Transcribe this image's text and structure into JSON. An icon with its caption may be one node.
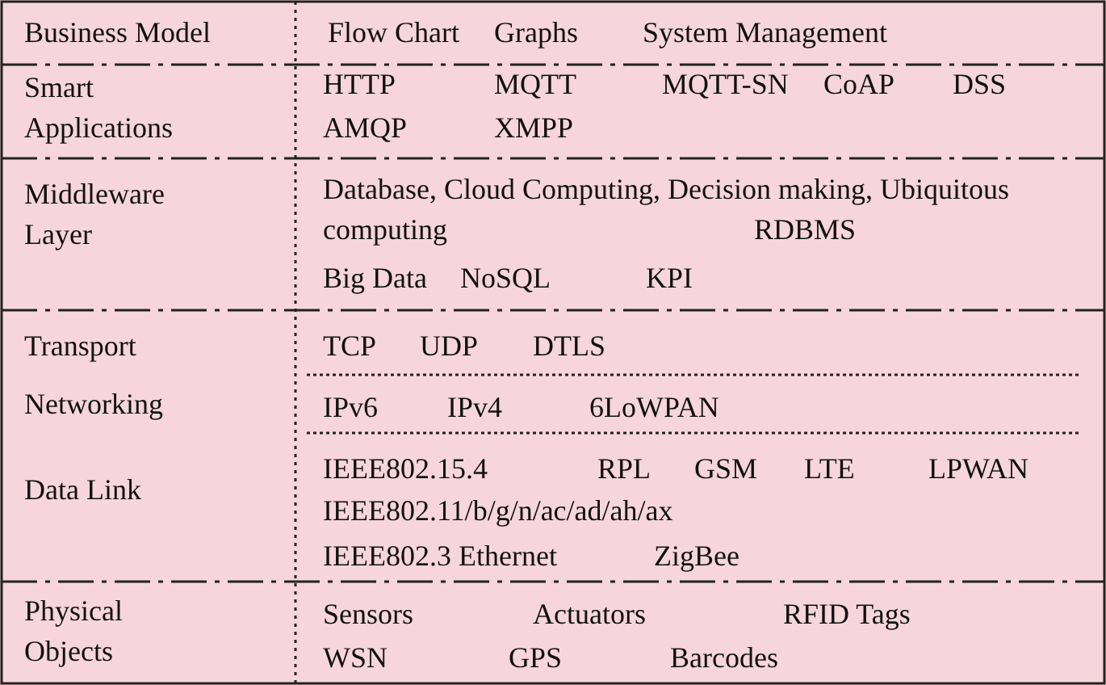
{
  "diagram": {
    "labels": [
      "Business Model",
      "Flow Chart",
      "Graphs",
      "System Management",
      "Smart Applications",
      "HTTP",
      "MQTT",
      "MQTT-SN",
      "CoAP",
      "DSS",
      "AMQP",
      "XMPP",
      "Middleware Layer",
      "Database, Cloud Computing, Decision making, Ubiquitous computing",
      "RDBMS",
      "Big Data",
      "NoSQL",
      "KPI",
      "Transport",
      "TCP",
      "UDP",
      "DTLS",
      "Networking",
      "IPv6",
      "IPv4",
      "6LoWPAN",
      "Data Link",
      "IEEE802.15.4",
      "RPL",
      "GSM",
      "LTE",
      "LPWAN",
      "IEEE802.11/b/g/n/ac/ad/ah/ax",
      "IEEE802.3 Ethernet",
      "ZigBee",
      "Physical Objects",
      "Sensors",
      "Actuators",
      "RFID Tags",
      "WSN",
      "GPS",
      "Barcodes"
    ]
  }
}
